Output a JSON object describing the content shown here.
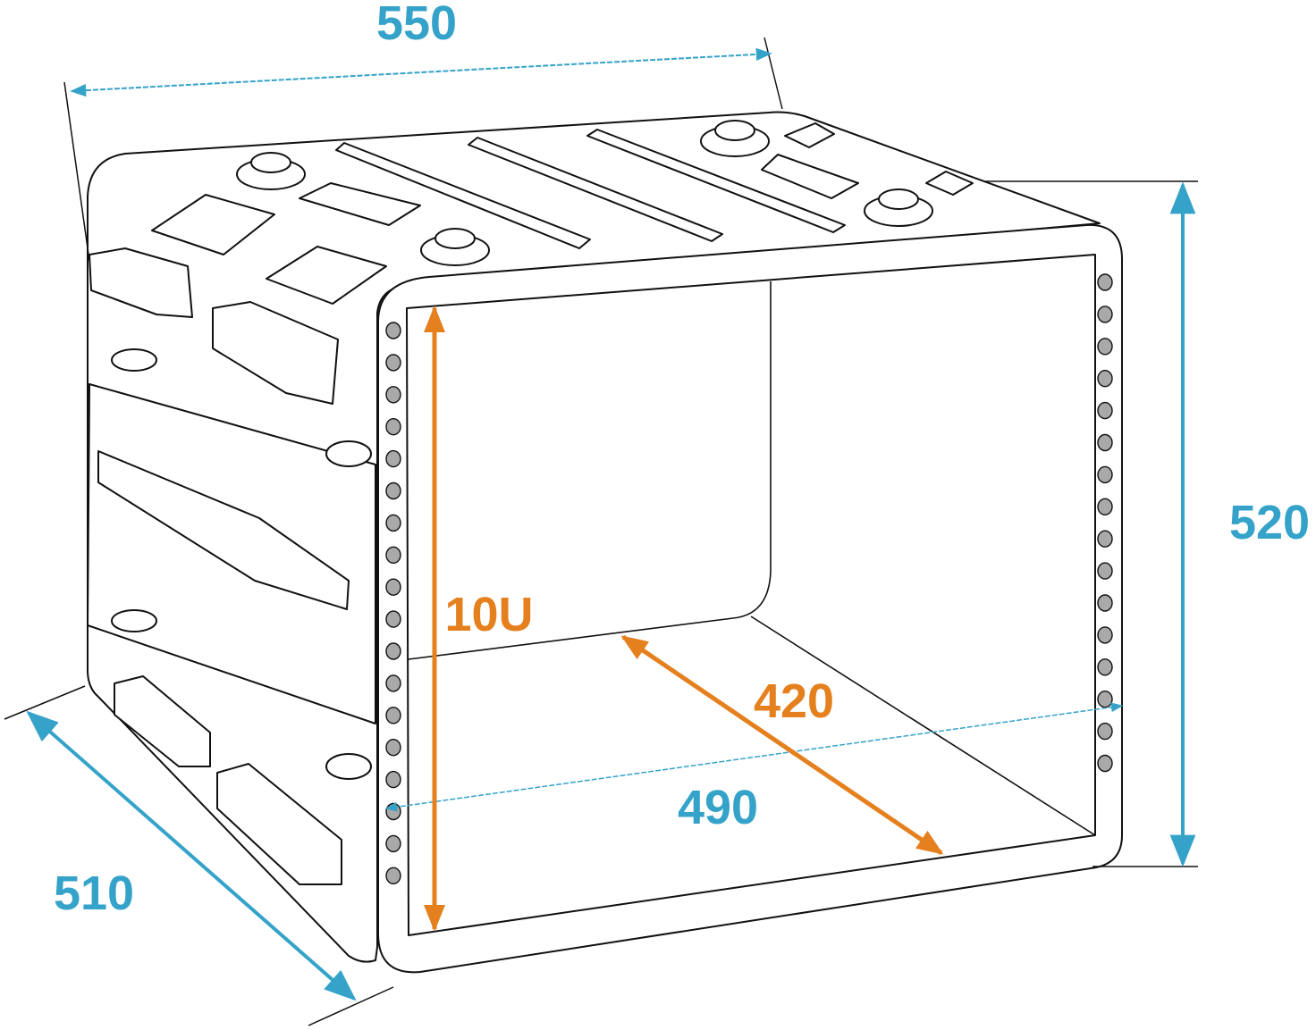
{
  "colors": {
    "dimension_blue": "#35a3c9",
    "dimension_orange": "#e5801f",
    "outline": "#111111"
  },
  "dimensions": {
    "width_outer": "550",
    "height_outer": "520",
    "depth_outer": "510",
    "width_inner": "490",
    "rack_units": "10U",
    "depth_inner": "420"
  }
}
